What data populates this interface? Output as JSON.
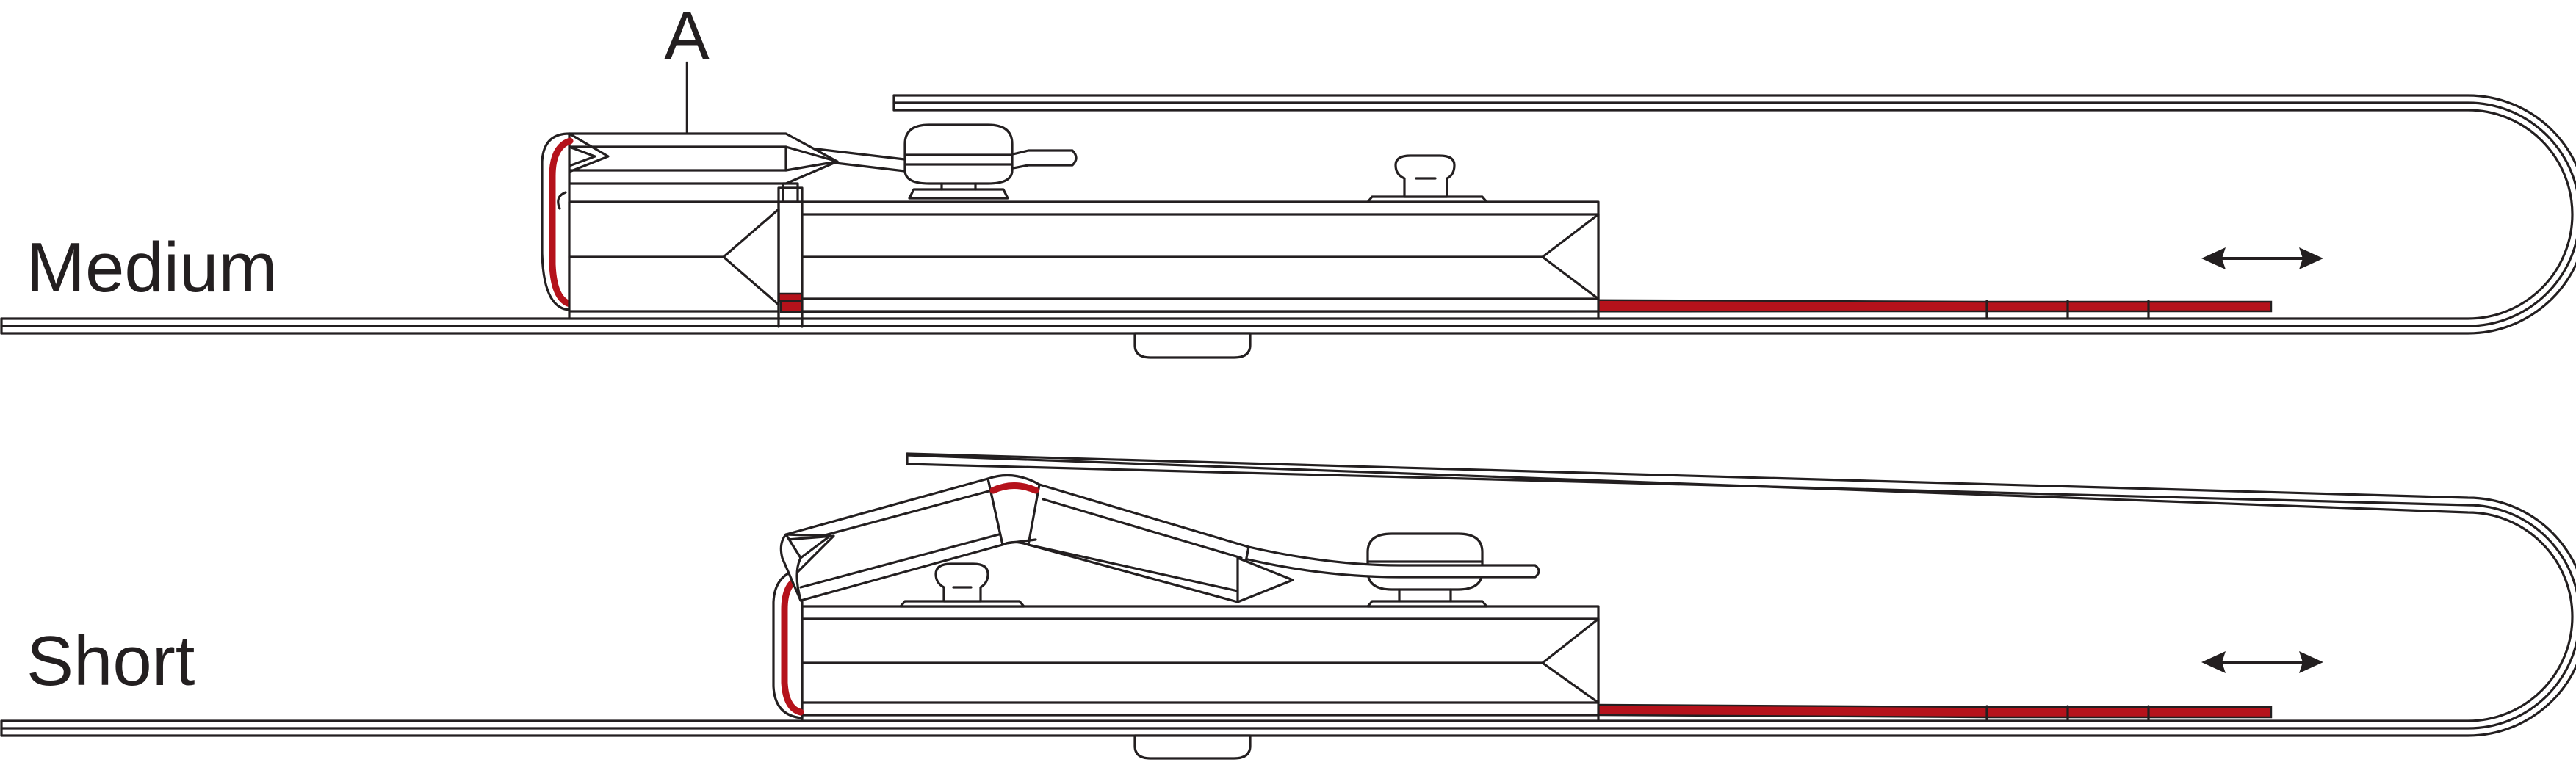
{
  "labels": {
    "callout_a": "A",
    "medium": "Medium",
    "short": "Short"
  },
  "colors": {
    "line": "#231f20",
    "red_strap": "#b5121b",
    "background": "#ffffff"
  },
  "icons": {
    "slide_arrow": "double-headed-arrow"
  }
}
